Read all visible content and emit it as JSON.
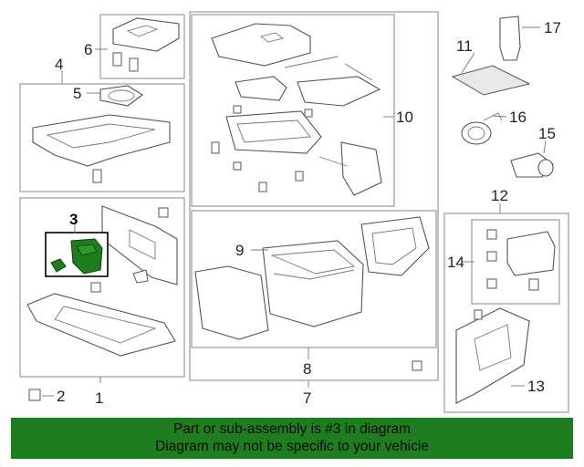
{
  "callouts": {
    "c1": "1",
    "c2": "2",
    "c3": "3",
    "c4": "4",
    "c5": "5",
    "c6": "6",
    "c7": "7",
    "c8": "8",
    "c9": "9",
    "c10": "10",
    "c11": "11",
    "c12": "12",
    "c13": "13",
    "c14": "14",
    "c15": "15",
    "c16": "16",
    "c17": "17"
  },
  "highlight": {
    "color": "#1e7d1e",
    "part": "3"
  },
  "banner": {
    "line1": "Part or sub-assembly is #3 in diagram",
    "line2": "Diagram may not be specific to your vehicle",
    "background": "#1e7d1e"
  }
}
